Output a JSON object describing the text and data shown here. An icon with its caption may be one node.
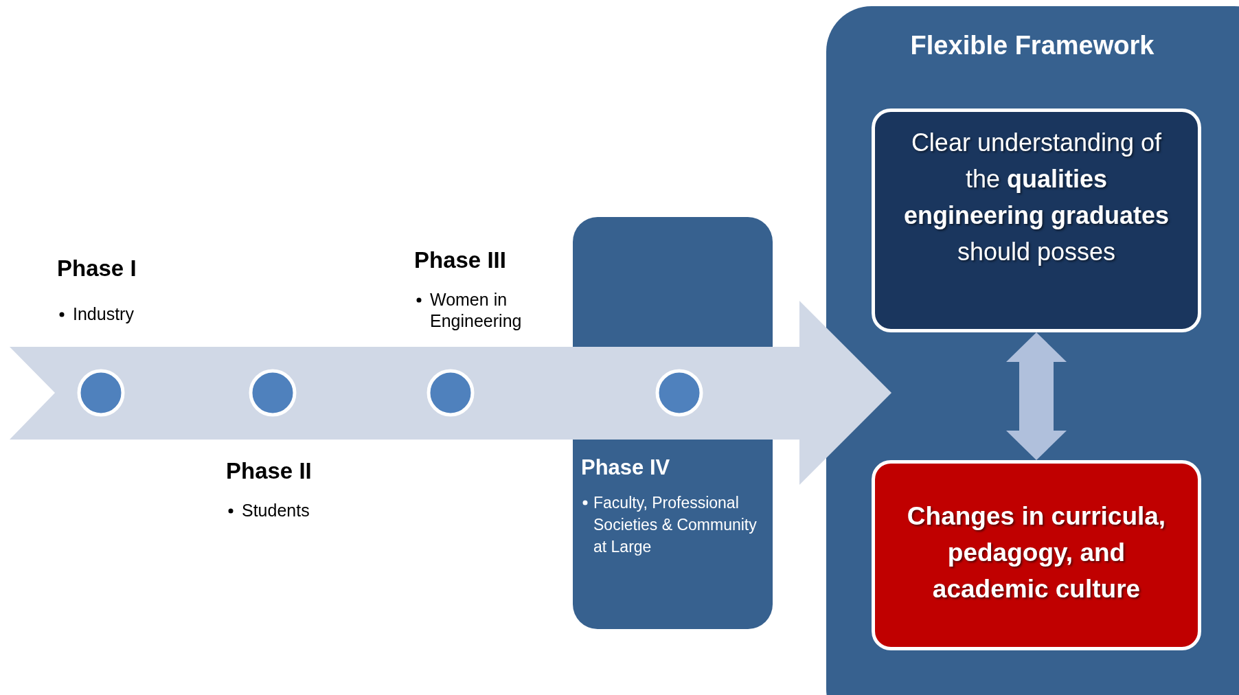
{
  "diagram": {
    "nodes": [
      {
        "text": [],
        "shape": "arrow"
      },
      {
        "text": [],
        "shape": "circle",
        "in": 0
      },
      {
        "text": [],
        "shape": "circle",
        "in": 0
      },
      {
        "text": [],
        "shape": "circle",
        "in": 0
      },
      {
        "text": [],
        "shape": "circle"
      },
      {
        "text": [
          "Phase IV",
          "Faculty, Professional Societies & Community at Large"
        ]
      },
      {
        "text": [
          "Flexible Framework"
        ]
      },
      {
        "text": [
          "Clear understanding of the **qualities engineering graduates** should posses"
        ],
        "in": 6
      },
      {
        "text": [
          "Changes in curricula, pedagogy, and academic culture"
        ],
        "in": 6
      }
    ],
    "edges": [
      {
        "from": 7,
        "to": 8,
        "arrow": "both"
      }
    ],
    "labels": [
      "Phase I",
      "Industry",
      "Phase III",
      "Women in Engineering",
      "Phase II",
      "Students"
    ]
  }
}
